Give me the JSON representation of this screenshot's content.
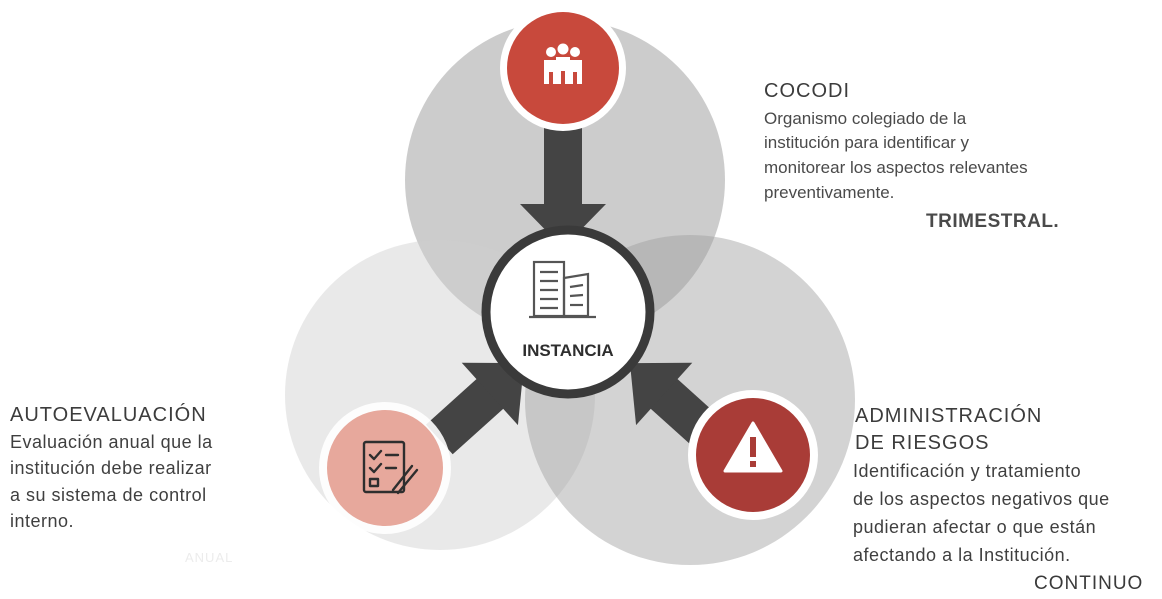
{
  "center": {
    "label": "INSTANCIA",
    "icon": "buildings-icon"
  },
  "cocodi": {
    "title": "COCODI",
    "lines": [
      "Organismo colegiado de la",
      "institución para identificar y",
      "monitorear los aspectos relevantes",
      "preventivamente."
    ],
    "frequency": "TRIMESTRAL.",
    "icon": "team-icon",
    "color": "#c8493c"
  },
  "autoevaluacion": {
    "title": "AUTOEVALUACIÓN",
    "lines": [
      "Evaluación anual que la",
      "institución debe realizar",
      "a su sistema de control",
      "interno."
    ],
    "frequency": "ANUAL",
    "icon": "checklist-icon",
    "color": "#e7a89c"
  },
  "riesgos": {
    "title_line1": "ADMINISTRACIÓN",
    "title_line2": "DE RIESGOS",
    "lines": [
      "Identificación y tratamiento",
      "de los aspectos negativos que",
      "pudieran afectar o que están",
      "afectando a la Institución."
    ],
    "frequency": "CONTINUO",
    "icon": "warning-icon",
    "color": "#a93c37"
  }
}
